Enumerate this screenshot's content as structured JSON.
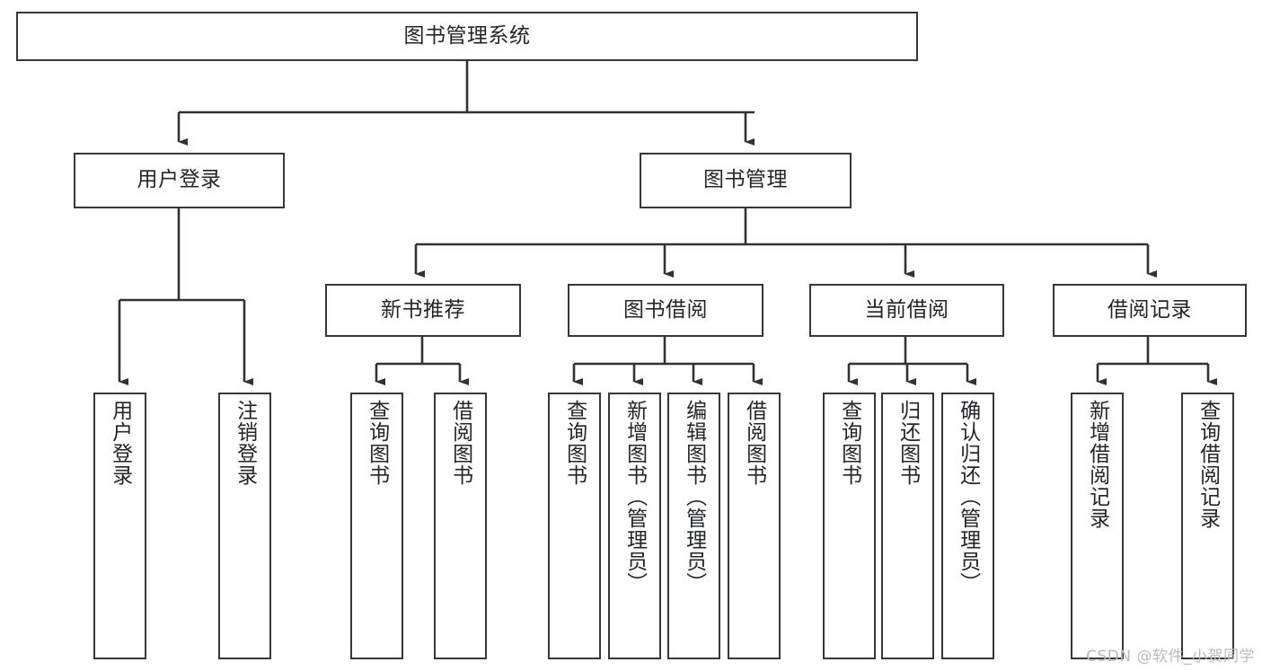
{
  "diagram": {
    "title": "图书管理系统",
    "type": "hierarchy-tree",
    "colors": {
      "background": "#ffffff",
      "box_border": "#35383b",
      "box_fill": "#ffffff",
      "text": "#22262a",
      "edge": "#2f3336",
      "watermark": "#b9bcbf"
    },
    "root": {
      "id": "root",
      "label": "图书管理系统"
    },
    "level2": [
      {
        "id": "user-login",
        "label": "用户登录"
      },
      {
        "id": "book-manage",
        "label": "图书管理"
      }
    ],
    "level3": [
      {
        "id": "new-book-rec",
        "label": "新书推荐"
      },
      {
        "id": "book-borrow",
        "label": "图书借阅"
      },
      {
        "id": "current-borrow",
        "label": "当前借阅"
      },
      {
        "id": "borrow-record",
        "label": "借阅记录"
      }
    ],
    "leaves": {
      "user_login": [
        {
          "id": "leaf-user-login",
          "label": "用户登录"
        },
        {
          "id": "leaf-logout-login",
          "label": "注销登录"
        }
      ],
      "new_book_rec": [
        {
          "id": "leaf-query-book-1",
          "label": "查询图书"
        },
        {
          "id": "leaf-borrow-book-1",
          "label": "借阅图书"
        }
      ],
      "book_borrow": [
        {
          "id": "leaf-query-book-2",
          "label": "查询图书"
        },
        {
          "id": "leaf-add-book",
          "label": "新增图书（管理员）"
        },
        {
          "id": "leaf-edit-book",
          "label": "编辑图书（管理员）"
        },
        {
          "id": "leaf-borrow-book-2",
          "label": "借阅图书"
        }
      ],
      "current_borrow": [
        {
          "id": "leaf-query-book-3",
          "label": "查询图书"
        },
        {
          "id": "leaf-return-book",
          "label": "归还图书"
        },
        {
          "id": "leaf-confirm-return",
          "label": "确认归还（管理员）"
        }
      ],
      "borrow_record": [
        {
          "id": "leaf-add-record",
          "label": "新增借阅记录"
        },
        {
          "id": "leaf-query-record",
          "label": "查询借阅记录"
        }
      ]
    }
  },
  "watermark": {
    "text": "CSDN @软件_小贺同学"
  }
}
